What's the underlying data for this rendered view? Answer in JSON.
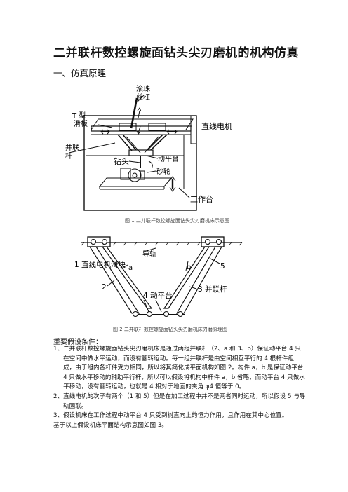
{
  "title": "二并联杆数控螺旋面钻头尖刃磨机的机构仿真",
  "section": "一、仿真原理",
  "figure1": {
    "labels": {
      "ball_screw_line1": "滚珠",
      "ball_screw_line2": "丝杠",
      "t_slide_line1": "T 型",
      "t_slide_line2": "滑板",
      "linear_motor": "直线电机",
      "parallel_rod_line1": "并联",
      "parallel_rod_line2": "杆",
      "drill": "钻头",
      "moving_platform": "动平台",
      "grinding_wheel": "砂轮",
      "worktable": "工作台"
    },
    "caption": "图 1 二并联杆数控螺旋面钻头尖刃磨机床示意图"
  },
  "figure2": {
    "labels": {
      "rail": "导轨",
      "slider": "1 直线电机滑块",
      "a": "a",
      "b": "b",
      "n2": "2",
      "n5": "5",
      "platform": "4 动平台",
      "rod": "3 并联杆"
    },
    "caption": "图 2 二并联杆数控螺旋面钻头尖刃磨机床刃磨原理图"
  },
  "assumptions": {
    "title": "重要假设条件：",
    "items": [
      {
        "num": "1、",
        "text": "二并联杆数控螺旋面钻头尖刃磨机床是通过两组并联杆（2、a 和 3、b）保证动平台 4 只在空间中做水平运动，而没有翻转运动。每一组并联杆是由空间相互平行的 4 根杆件组成，由于组内各杆件受力相同，所以将其简化成平面机构如图 2。构件 a，b 是保证动平台 4 只做水平移动的辅助平行杆，所以可以假设将机构中杆件 a，b 省略，而动平台 4 只做水平移动，没有翻转运动，也就是 4 相对于地面的夹角 φ4 恒等于 0。"
      },
      {
        "num": "2、",
        "text": "直线电机的次子有两个（1 和 5）但是在加工过程中并不是两者同时运动，所以假设 5 与导轨固联。"
      },
      {
        "num": "3、",
        "text": "假设机床在工作过程中动平台 4 只受到树直向上的恒力作用，且作用在其中心位置。"
      }
    ],
    "conclusion": "基于以上假设机床平面结构示意图如图 3。"
  }
}
